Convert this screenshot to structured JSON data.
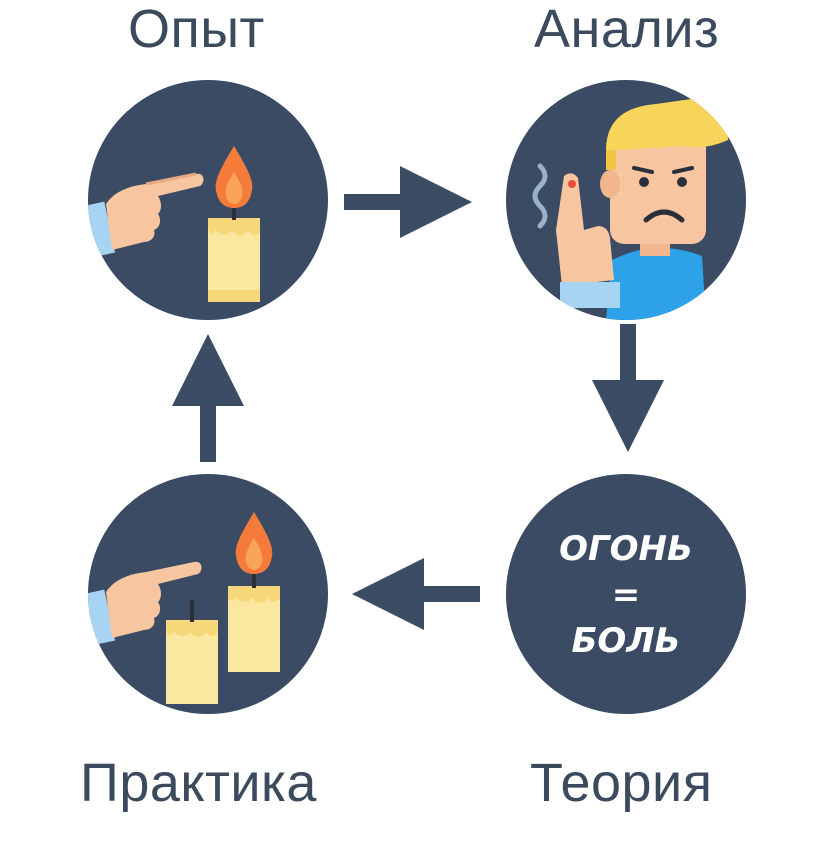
{
  "labels": {
    "experience": "Опыт",
    "analysis": "Анализ",
    "practice": "Практика",
    "theory": "Теория"
  },
  "theory_circle": {
    "line1": "ОГОНЬ",
    "line2": "=",
    "line3": "БОЛЬ"
  },
  "colors": {
    "circle": "#3a4b63",
    "arrow": "#3a4b63",
    "text": "#3c4a5e",
    "flame": "#f47b3a",
    "candle": "#fbe8a0",
    "skin": "#f7c6a0",
    "hair": "#f8d55a",
    "shirt": "#2da2e8",
    "cuff": "#a7d4f2"
  },
  "icons": {
    "experience": "finger-touching-candle-flame-icon",
    "analysis": "man-with-burned-finger-icon",
    "practice": "finger-avoiding-candles-icon",
    "flow": [
      "arrow-right-icon",
      "arrow-down-icon",
      "arrow-left-icon",
      "arrow-up-icon"
    ]
  }
}
